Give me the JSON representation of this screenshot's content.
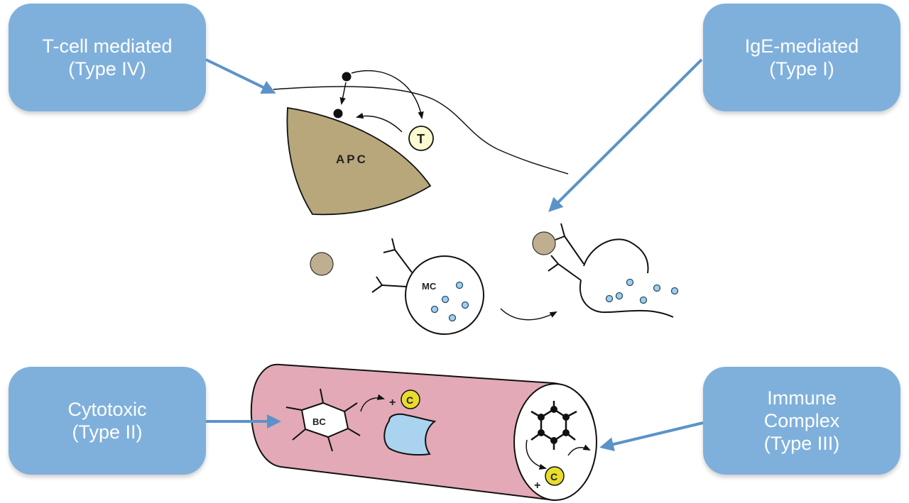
{
  "callouts": {
    "type4": {
      "line1": "T-cell mediated",
      "line2": "(Type IV)"
    },
    "type1": {
      "line1": "IgE-mediated",
      "line2": "(Type I)"
    },
    "type2": {
      "line1": "Cytotoxic",
      "line2": "(Type II)"
    },
    "type3": {
      "line1": "Immune",
      "line2": "Complex",
      "line3": "(Type III)"
    }
  },
  "cell_labels": {
    "apc": "APC",
    "t_cell": "T",
    "mast_cell": "MC",
    "b_cell": "BC",
    "complement_top": "C",
    "complement_bottom": "C",
    "plus_top": "+",
    "plus_bottom": "+"
  },
  "colors": {
    "callout_fill": "#7fb0dc",
    "arrow": "#5b93c8",
    "apc_fill": "#b7a77b",
    "vessel_fill": "#e3a9b6",
    "complement_fill": "#e8dc2c",
    "receptor_fill": "#a9d3ef",
    "granule_fill": "#9fd0ee",
    "allergen_fill": "#bfae8f",
    "t_cell_fill": "#fffbd0"
  }
}
